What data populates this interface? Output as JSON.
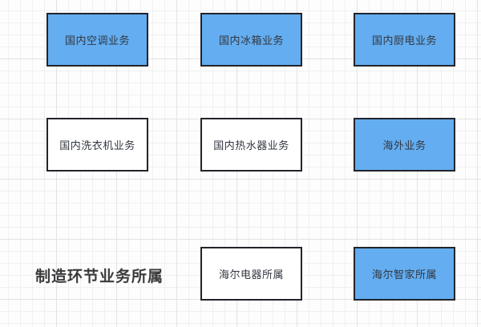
{
  "canvas": {
    "background": "#fdfdfd",
    "grid_minor_color": "#f0f0f2",
    "grid_major_color": "#e3e3e6"
  },
  "colors": {
    "node_blue_fill": "#63adf0",
    "node_white_fill": "#ffffff",
    "node_border": "#22242b",
    "node_text": "#333740",
    "caption_text": "#3a3a3c"
  },
  "nodes": [
    {
      "id": "n1",
      "label": "国内空调业务",
      "fill": "blue",
      "row": 1,
      "col": 1
    },
    {
      "id": "n2",
      "label": "国内冰箱业务",
      "fill": "blue",
      "row": 1,
      "col": 2
    },
    {
      "id": "n3",
      "label": "国内厨电业务",
      "fill": "blue",
      "row": 1,
      "col": 3
    },
    {
      "id": "n4",
      "label": "国内洗衣机业务",
      "fill": "white",
      "row": 2,
      "col": 1
    },
    {
      "id": "n5",
      "label": "国内热水器业务",
      "fill": "white",
      "row": 2,
      "col": 2
    },
    {
      "id": "n6",
      "label": "海外业务",
      "fill": "blue",
      "row": 2,
      "col": 3
    },
    {
      "id": "n7",
      "label": "海尔电器所属",
      "fill": "white",
      "row": 3,
      "col": 2
    },
    {
      "id": "n8",
      "label": "海尔智家所属",
      "fill": "blue",
      "row": 3,
      "col": 3
    }
  ],
  "caption": {
    "label": "制造环节业务所属"
  }
}
